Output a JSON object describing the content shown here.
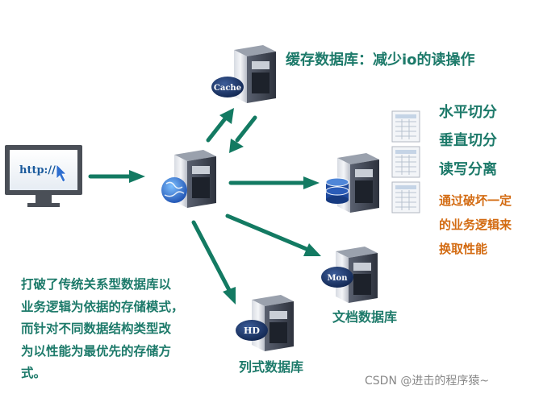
{
  "browser": {
    "url_text": "http://"
  },
  "cache_server": {
    "badge": "Cache",
    "label": "缓存数据库：减少io的读操作"
  },
  "relational_db": {
    "lines": [
      "水平切分",
      "垂直切分",
      "读写分离"
    ],
    "note_lines": [
      "通过破坏一定",
      "的业务逻辑来",
      "换取性能"
    ]
  },
  "document_db": {
    "badge": "Mon",
    "label": "文档数据库"
  },
  "column_db": {
    "badge": "HD",
    "label": "列式数据库"
  },
  "nosql_note": {
    "lines": [
      "打破了传统关系型数据库以",
      "业务逻辑为依据的存储模式，",
      "而针对不同数据结构类型改",
      "为以性能为最优先的存储方",
      "式。"
    ]
  },
  "watermark": "CSDN @进击的程序猿~",
  "colors": {
    "arrow": "#137a62",
    "label_teal": "#1d7a6a",
    "label_orange": "#d36b12"
  }
}
